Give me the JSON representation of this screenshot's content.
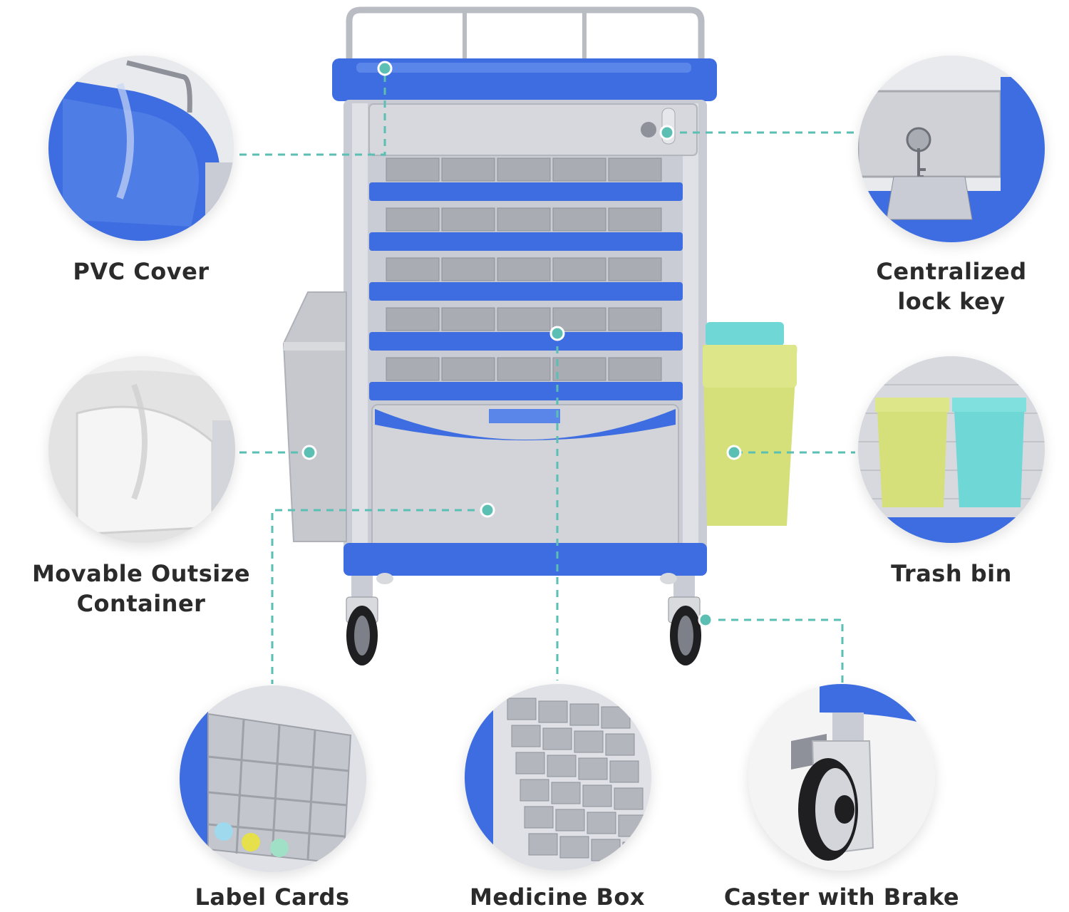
{
  "colors": {
    "cart_blue": "#3d6de0",
    "cart_grey": "#c9ccd4",
    "leader_teal": "#5bbfb3",
    "trash_yellow": "#d5e07a",
    "trash_cyan": "#6fd8d6",
    "label_text": "#2b2b2b"
  },
  "features": {
    "pvc_cover": {
      "label": "PVC Cover",
      "icon": "pvc-cover-closeup"
    },
    "lock_key": {
      "label_line1": "Centralized",
      "label_line2": "lock key",
      "icon": "lock-key-closeup"
    },
    "outsize_container": {
      "label_line1": "Movable Outsize",
      "label_line2": "Container",
      "icon": "container-closeup"
    },
    "trash_bin": {
      "label": "Trash bin",
      "icon": "trash-bin-closeup"
    },
    "label_cards": {
      "label": "Label Cards",
      "icon": "label-cards-closeup"
    },
    "medicine_box": {
      "label": "Medicine Box",
      "icon": "medicine-box-closeup"
    },
    "caster": {
      "label": "Caster with Brake",
      "icon": "caster-closeup"
    }
  }
}
